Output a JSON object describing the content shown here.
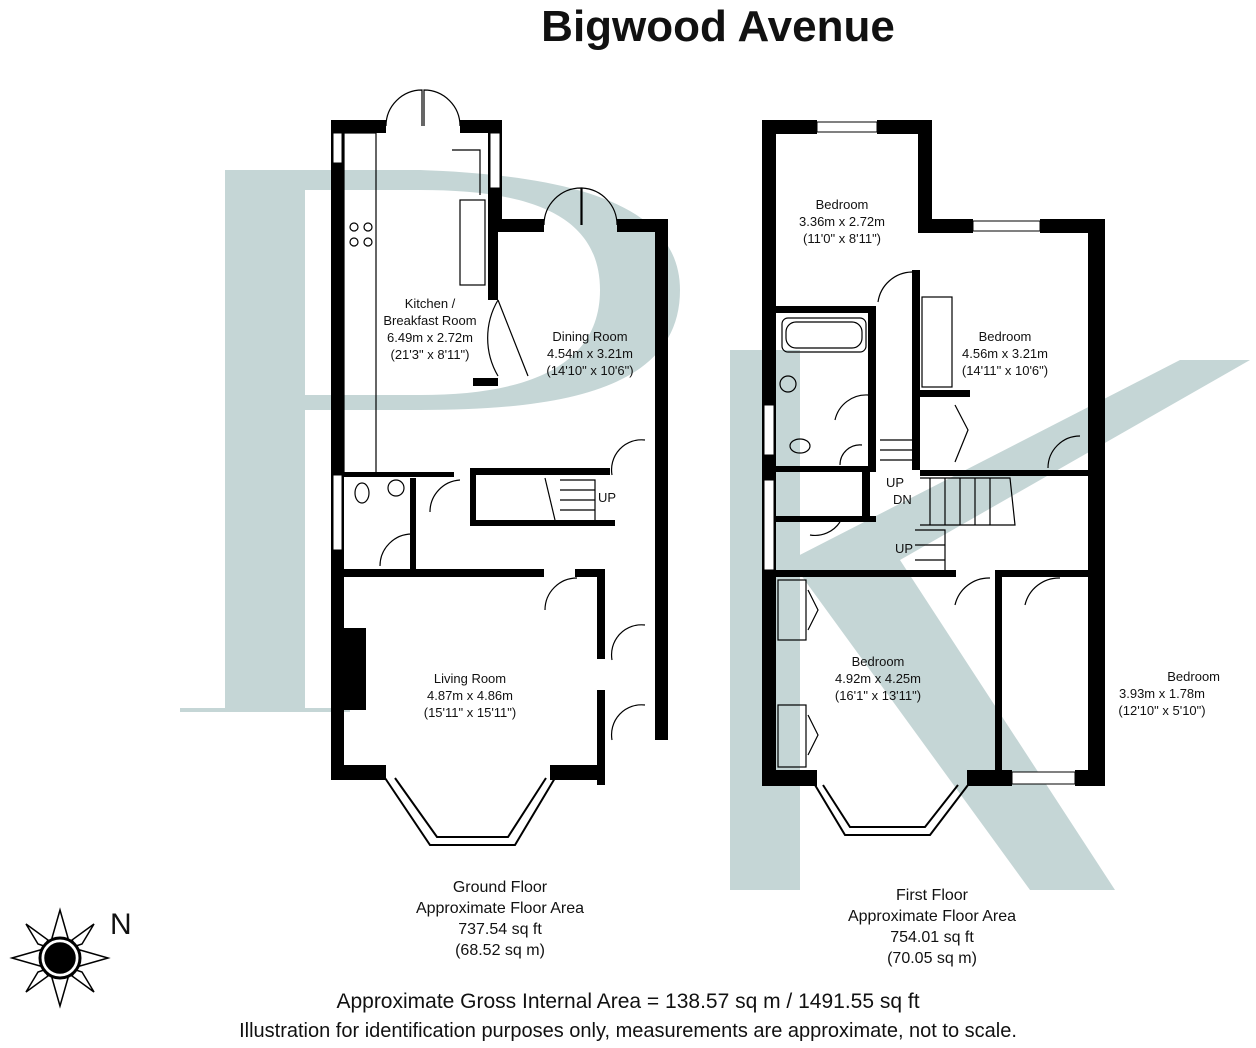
{
  "title": "Bigwood Avenue",
  "rooms": {
    "kitchen": {
      "name1": "Kitchen /",
      "name2": "Breakfast Room",
      "metric": "6.49m x 2.72m",
      "imperial": "(21'3\" x 8'11\")"
    },
    "dining": {
      "name": "Dining Room",
      "metric": "4.54m x 3.21m",
      "imperial": "(14'10\" x 10'6\")"
    },
    "living": {
      "name": "Living Room",
      "metric": "4.87m x 4.86m",
      "imperial": "(15'11\" x 15'11\")"
    },
    "bedroom1": {
      "name": "Bedroom",
      "metric": "3.36m x 2.72m",
      "imperial": "(11'0\" x 8'11\")"
    },
    "bedroom2": {
      "name": "Bedroom",
      "metric": "4.56m x 3.21m",
      "imperial": "(14'11\" x 10'6\")"
    },
    "bedroom3": {
      "name": "Bedroom",
      "metric": "4.92m x 4.25m",
      "imperial": "(16'1\" x 13'11\")"
    },
    "bedroom4": {
      "name": "Bedroom",
      "metric": "3.93m x 1.78m",
      "imperial": "(12'10\" x 5'10\")"
    }
  },
  "stairs": {
    "ground_up": "UP",
    "first_up": "UP",
    "first_dn": "DN",
    "first_up2": "UP"
  },
  "floors": {
    "ground": {
      "line1": "Ground Floor",
      "line2": "Approximate Floor Area",
      "sqft": "737.54 sq ft",
      "sqm": "(68.52 sq m)"
    },
    "first": {
      "line1": "First Floor",
      "line2": "Approximate Floor Area",
      "sqft": "754.01 sq ft",
      "sqm": "(70.05 sq m)"
    }
  },
  "compass": {
    "north": "N"
  },
  "footer": {
    "gross": "Approximate Gross Internal Area = 138.57 sq m / 1491.55 sq ft",
    "disclaimer": "Illustration for identification purposes only, measurements are approximate, not to scale."
  },
  "colors": {
    "wall": "#000000",
    "watermark": "#c5d6d6"
  }
}
